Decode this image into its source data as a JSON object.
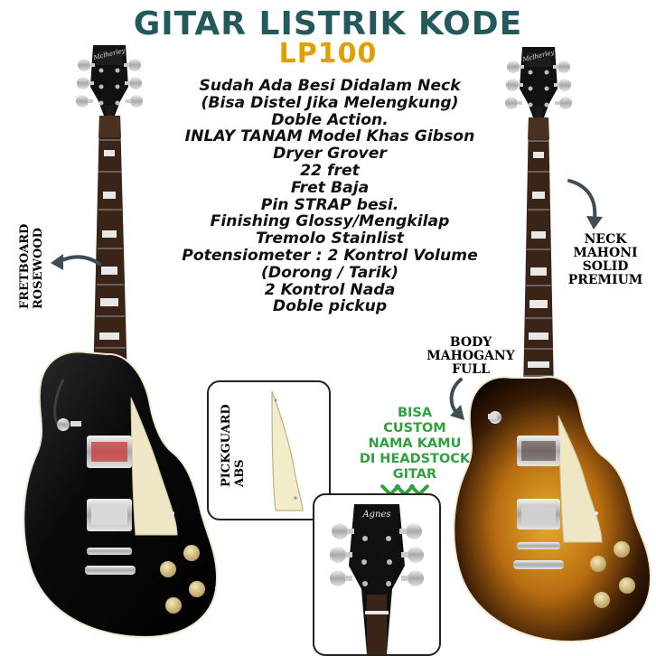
{
  "title": {
    "line1": "GITAR LISTRIK KODE",
    "line2": "LP100"
  },
  "specs": [
    "Sudah Ada Besi Didalam Neck",
    "(Bisa Distel Jika Melengkung)",
    "Doble Action.",
    "INLAY TANAM Model Khas Gibson",
    "Dryer Grover",
    "22 fret",
    "Fret Baja",
    "Pin STRAP besi.",
    "Finishing Glossy/Mengkilap",
    "Tremolo Stainlist",
    "Potensiometer : 2 Kontrol Volume",
    "(Dorong / Tarik)",
    "2 Kontrol Nada",
    "Doble pickup"
  ],
  "callouts": {
    "fretboard": [
      "FRETBOARD",
      "ROSEWOOD"
    ],
    "neck": [
      "NECK",
      "MAHONI",
      "SOLID",
      "PREMIUM"
    ],
    "body": [
      "BODY",
      "MAHOGANY",
      "FULL"
    ],
    "pickguard": [
      "PICKGUARD",
      "ABS"
    ],
    "custom": [
      "BISA",
      "CUSTOM",
      "NAMA KAMU",
      "DI HEADSTOCK",
      "GITAR"
    ]
  },
  "logos": {
    "headstock_brand": "Mclherley",
    "custom_name": "Agnes"
  },
  "colors": {
    "title": "#23595a",
    "model": "#e0a000",
    "custom": "#2fa13e",
    "black_body": "#0c0c0c",
    "sunburst_center": "#e0a21e",
    "binding": "#f2ead0"
  }
}
